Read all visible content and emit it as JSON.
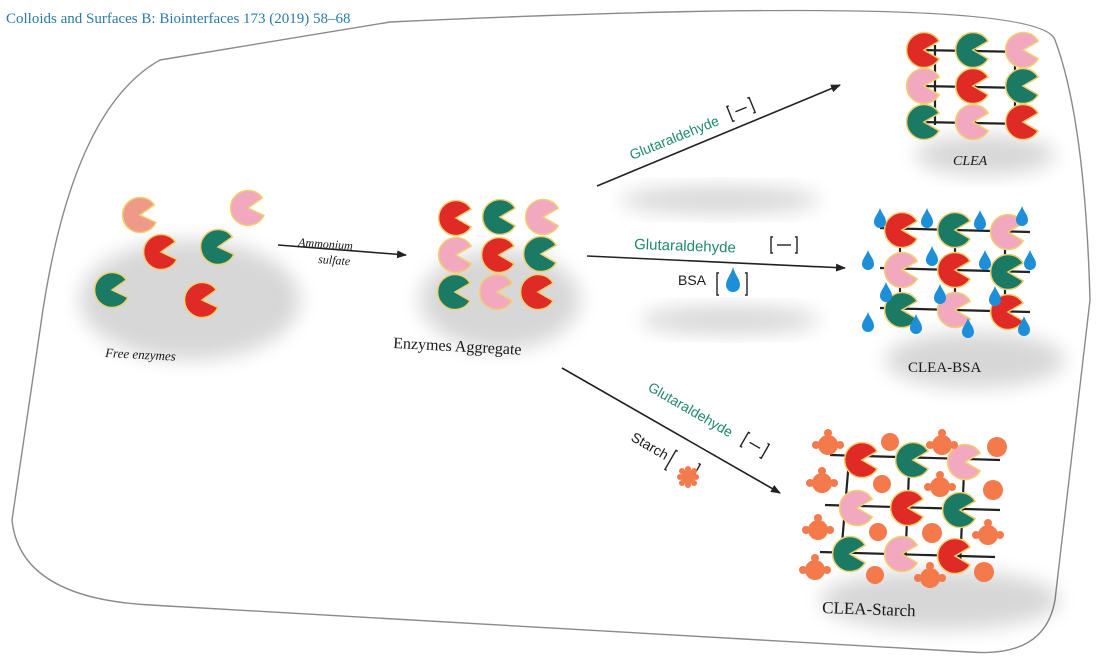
{
  "citation": "Colloids and Surfaces B: Biointerfaces 173 (2019) 58–68",
  "colors": {
    "red": "#e02a25",
    "pink": "#f2a8be",
    "teal": "#1b7a63",
    "salmon": "#ef9a88",
    "green_text": "#1f8a6a",
    "drop_blue": "#1d8ed8",
    "starch_orange": "#f47a4c",
    "citation_blue": "#2a7aa8"
  },
  "labels": {
    "free_enzymes": "Free enzymes",
    "ammonium": "Ammonium",
    "sulfate": "sulfate",
    "aggregate": "Enzymes Aggregate",
    "glut_top": "Glutaraldehyde",
    "glut_mid": "Glutaraldehyde",
    "bsa": "BSA",
    "glut_bottom": "Glutaraldehyde",
    "starch": "Starch",
    "clea": "CLEA",
    "clea_bsa": "CLEA-BSA",
    "clea_starch": "CLEA-Starch"
  },
  "icons": {
    "enzyme": "pacman-enzyme-icon",
    "crosslinker": "glutaraldehyde-dash-icon",
    "bsa": "bsa-drop-icon",
    "starch": "starch-gear-icon"
  }
}
